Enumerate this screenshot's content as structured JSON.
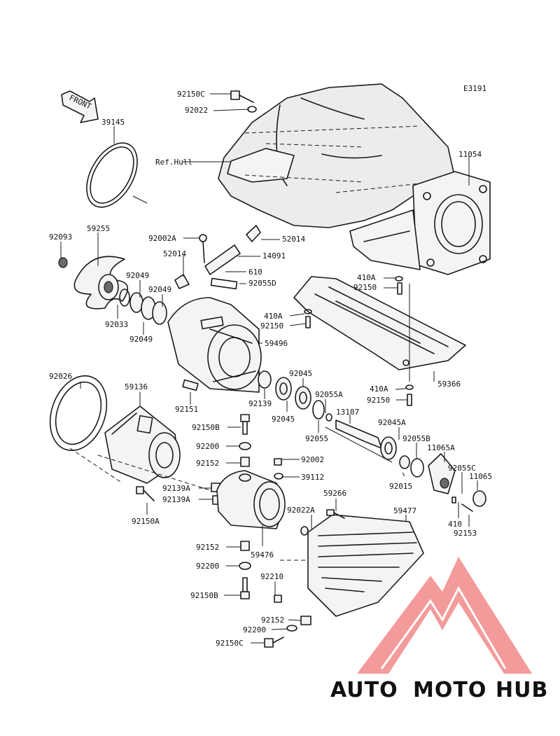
{
  "diagram_code": "E3191",
  "front_label": "FRONT",
  "ref_label": "Ref.Hull",
  "parts": {
    "p39145": "39145",
    "p92150C_top": "92150C",
    "p92022": "92022",
    "p11054": "11054",
    "p92093": "92093",
    "p59255": "59255",
    "p92002A": "92002A",
    "p52014_right": "52014",
    "p52014_left": "52014",
    "p14091": "14091",
    "p610": "610",
    "p92055D": "92055D",
    "p92049_a": "92049",
    "p92049_b": "92049",
    "p92049_c": "92049",
    "p92033": "92033",
    "p410A_top": "410A",
    "p92150_top": "92150",
    "p410A_mid": "410A",
    "p92150_mid": "92150",
    "p59496": "59496",
    "p92026": "92026",
    "p59136": "59136",
    "p92151": "92151",
    "p92139": "92139",
    "p92045_a": "92045",
    "p92045_b": "92045",
    "p92055A": "92055A",
    "p59366": "59366",
    "p410A_low": "410A",
    "p92150_low": "92150",
    "p13107": "13107",
    "p92150B_a": "92150B",
    "p92055": "92055",
    "p92045A": "92045A",
    "p92055B": "92055B",
    "p11065A": "11065A",
    "p92200_a": "92200",
    "p92152_a": "92152",
    "p92002": "92002",
    "p39112": "39112",
    "p92055C": "92055C",
    "p11065": "11065",
    "p92139A_a": "92139A",
    "p92139A_b": "92139A",
    "p92015": "92015",
    "p59266": "59266",
    "p59477": "59477",
    "p92150A": "92150A",
    "p92022A": "92022A",
    "p410": "410",
    "p92153": "92153",
    "p92152_b": "92152",
    "p59476": "59476",
    "p92200_b": "92200",
    "p92210": "92210",
    "p92150B_b": "92150B",
    "p92152_c": "92152",
    "p92200_c": "92200",
    "p92150C_bot": "92150C"
  },
  "watermark": {
    "part1": "AUTO",
    "part2": "MOTO",
    "part3": "HUB",
    "color_orange": "#f5b06a",
    "color_red": "#ee6a6a",
    "color_gray": "#9a9a9a",
    "logo_color": "#f07a7a"
  }
}
